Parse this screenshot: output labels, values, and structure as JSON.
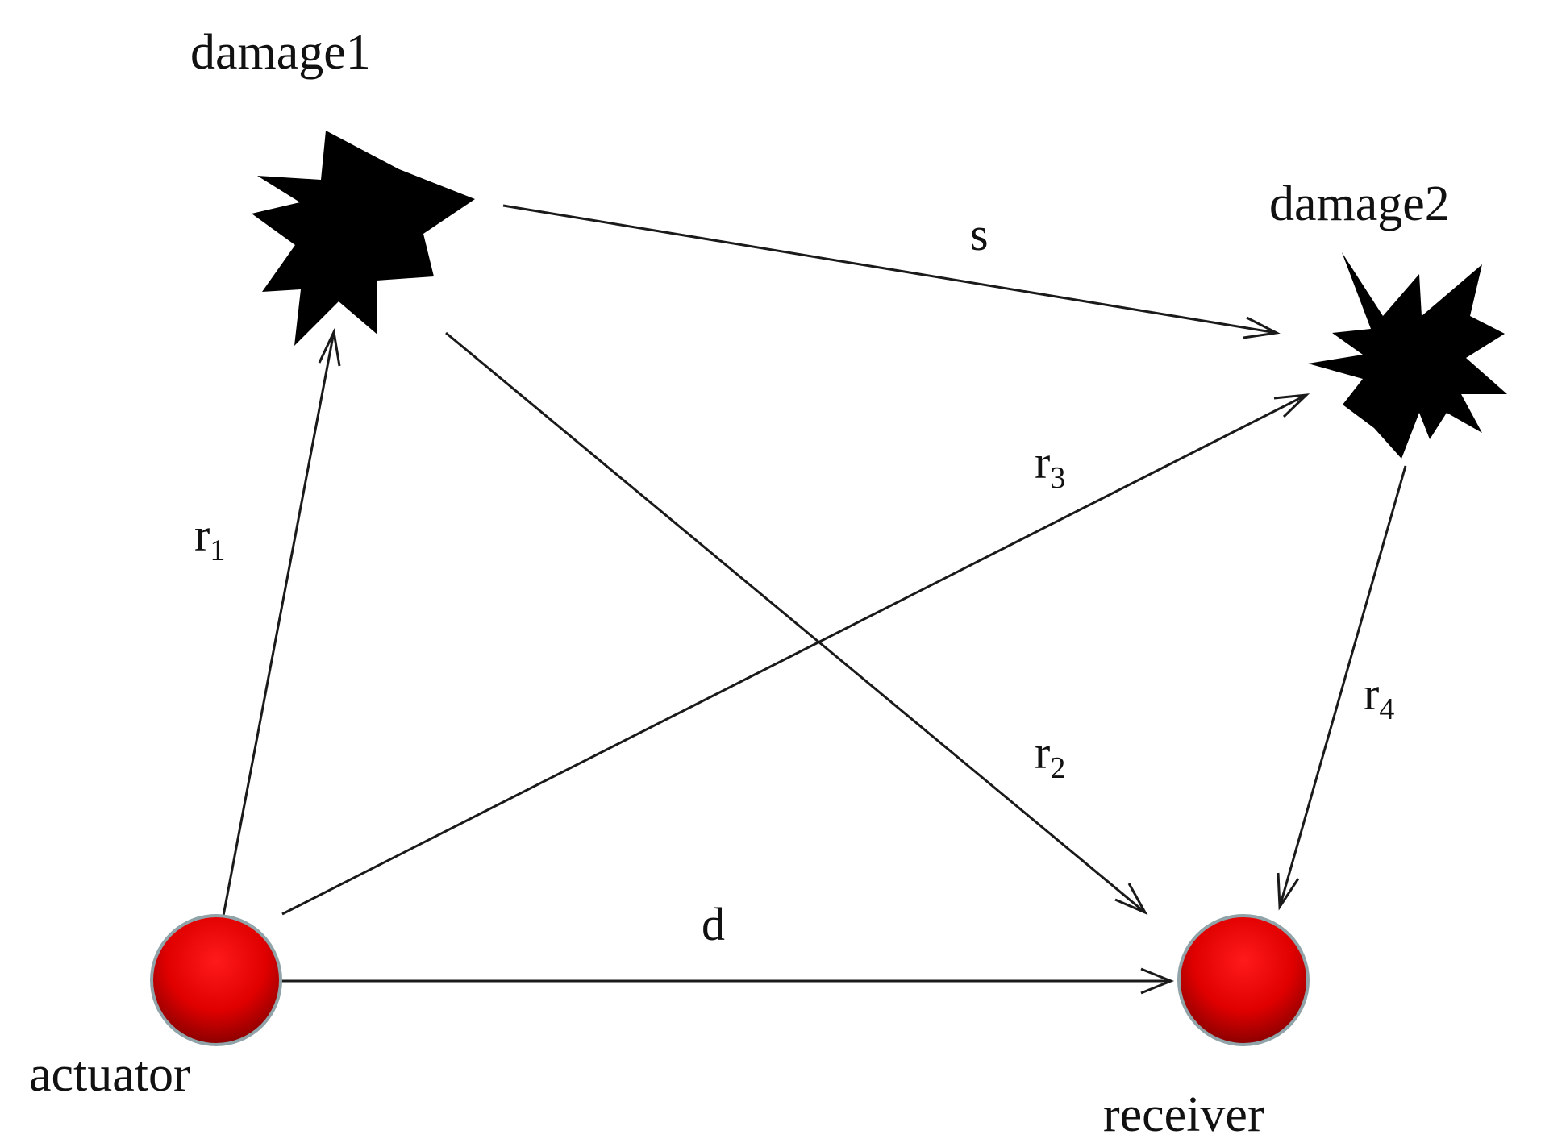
{
  "nodes": {
    "damage1": {
      "label": "damage1",
      "icon": "starburst-icon"
    },
    "damage2": {
      "label": "damage2",
      "icon": "starburst-icon"
    },
    "actuator": {
      "label": "actuator",
      "icon": "sphere-icon"
    },
    "receiver": {
      "label": "receiver",
      "icon": "sphere-icon"
    }
  },
  "edges": [
    {
      "id": "r1",
      "from": "actuator",
      "to": "damage1",
      "label": "r",
      "sub": "1"
    },
    {
      "id": "s",
      "from": "damage1",
      "to": "damage2",
      "label": "s",
      "sub": ""
    },
    {
      "id": "r2",
      "from": "damage1",
      "to": "receiver",
      "label": "r",
      "sub": "2"
    },
    {
      "id": "r3",
      "from": "actuator",
      "to": "damage2",
      "label": "r",
      "sub": "3"
    },
    {
      "id": "r4",
      "from": "damage2",
      "to": "receiver",
      "label": "r",
      "sub": "4"
    },
    {
      "id": "d",
      "from": "actuator",
      "to": "receiver",
      "label": "d",
      "sub": ""
    }
  ],
  "colors": {
    "sphere_fill": "#e00000",
    "sphere_dark": "#7a0000",
    "sphere_rim": "#8fa3a8",
    "burst_fill": "#000000",
    "line": "#1a1a1a"
  }
}
